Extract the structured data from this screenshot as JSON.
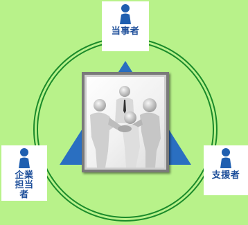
{
  "colors": {
    "background": "#b8f28a",
    "ring": "#1a8a2a",
    "triangle": "#2a6fc1",
    "role_text": "#1e4f9a",
    "person_icon": "#1f5fb0"
  },
  "diagram": {
    "roles": [
      {
        "id": "top",
        "icon": "person-icon",
        "label": "当事者"
      },
      {
        "id": "left",
        "icon": "person-icon",
        "label": "企業担当者"
      },
      {
        "id": "right",
        "icon": "person-icon",
        "label": "支援者"
      }
    ],
    "center_image": {
      "subject": "team-hands-together-photo"
    }
  }
}
